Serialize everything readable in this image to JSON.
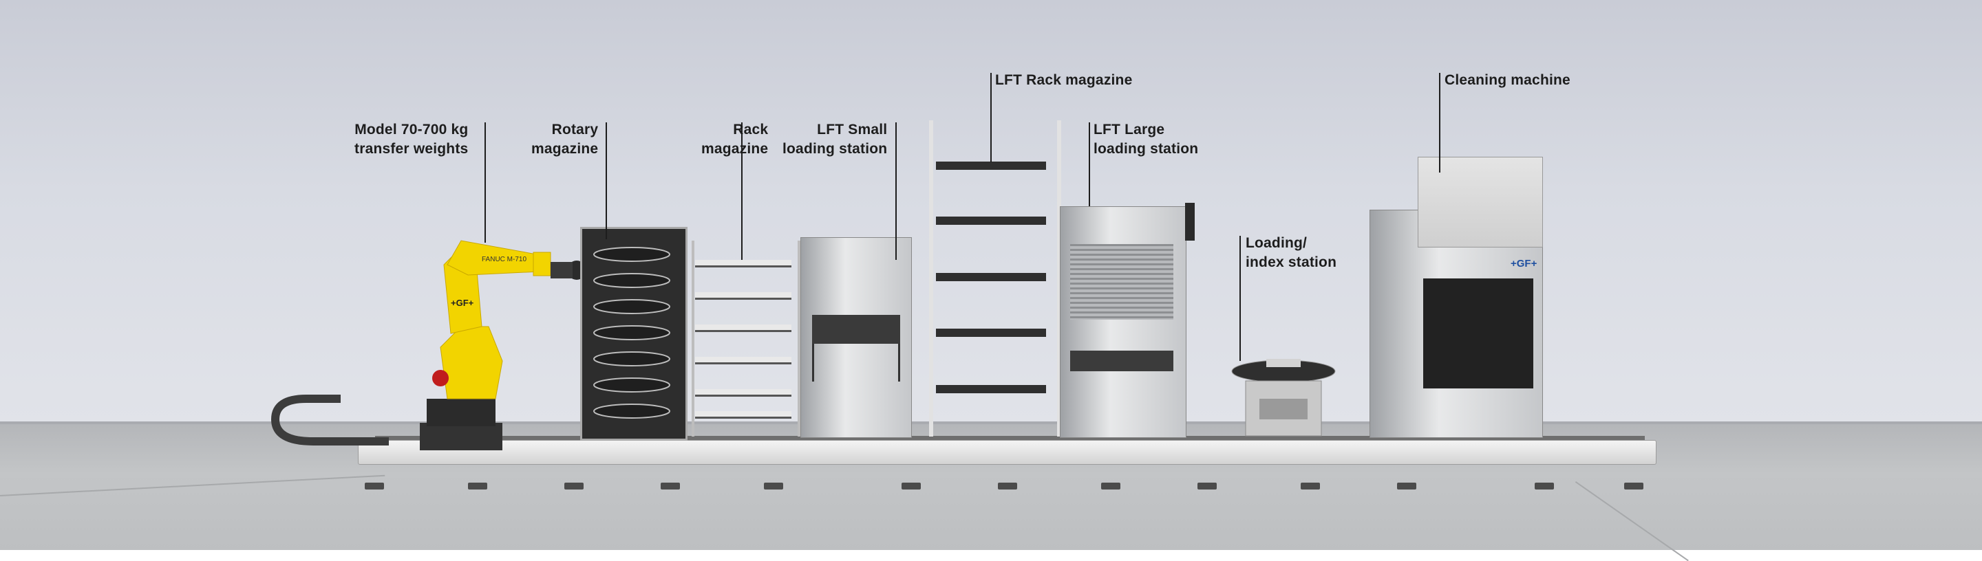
{
  "labels": {
    "robot": [
      "Model 70-700 kg",
      "transfer weights"
    ],
    "rotary": [
      "Rotary",
      "magazine"
    ],
    "rack": [
      "Rack",
      "magazine"
    ],
    "lft_small": [
      "LFT Small",
      "loading station"
    ],
    "lft_rack": [
      "LFT Rack magazine"
    ],
    "lft_large": [
      "LFT Large",
      "loading station"
    ],
    "loading": [
      "Loading/",
      "index station"
    ],
    "cleaning": [
      "Cleaning machine"
    ]
  },
  "brand": "+GF+",
  "robot_model": "FANUC M-710",
  "colors": {
    "robot_yellow": "#f2d400",
    "wall": "#d8dbe3",
    "floor": "#c0c2c4",
    "text": "#1d1d1d",
    "brand_blue": "#1e4fa0"
  }
}
